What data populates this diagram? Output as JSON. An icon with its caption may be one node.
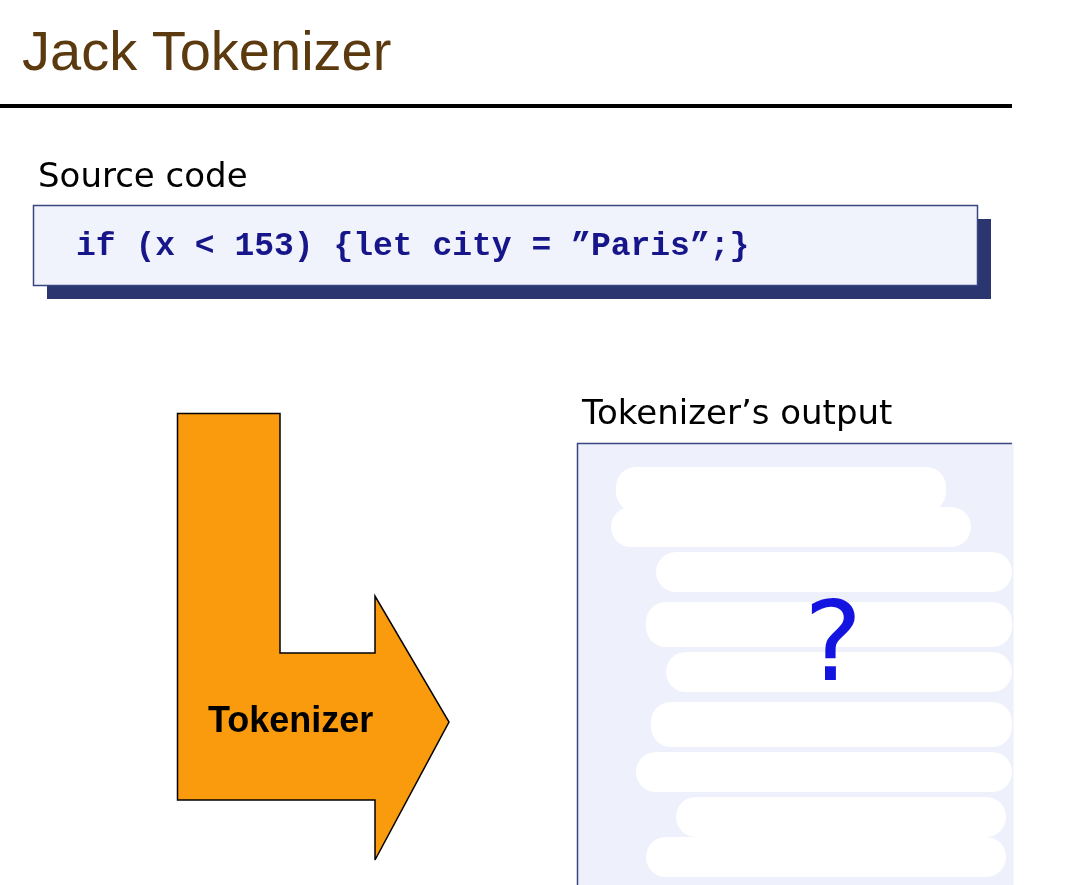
{
  "diagram": {
    "title": "Jack Tokenizer",
    "nodes": [
      {
        "text": [
          "Source code",
          "if (x < 153) {let city = ”Paris”;}"
        ]
      },
      {
        "text": [
          "Tokenizer"
        ]
      },
      {
        "text": [
          "Tokenizer’s output",
          "?"
        ]
      }
    ]
  }
}
